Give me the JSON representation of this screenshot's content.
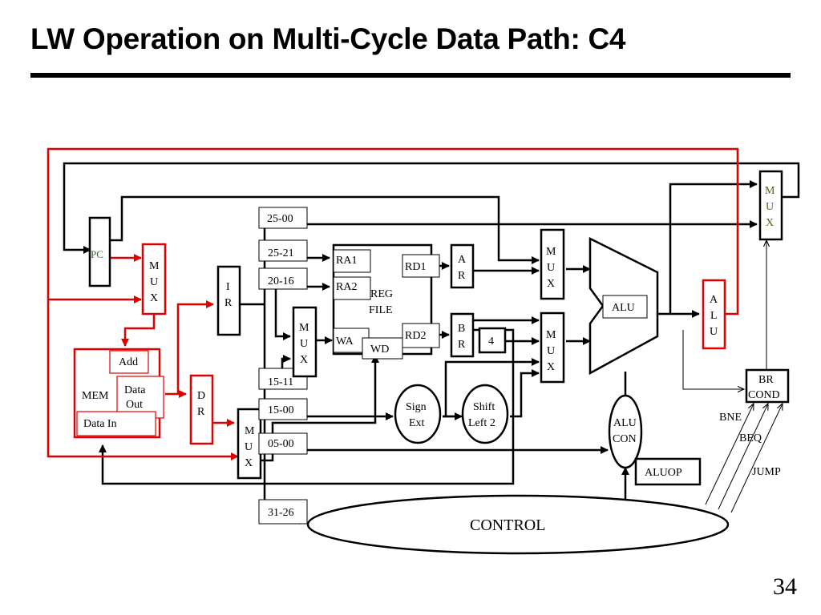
{
  "slide": {
    "title": "LW Operation on Multi-Cycle Data Path: C4",
    "page_number": "34"
  },
  "colors": {
    "active_path": "#e00000",
    "pc_label": "#2e6b2e",
    "mux_label": "#4a6b10"
  },
  "diagram": {
    "pc": "PC",
    "mux_pc": [
      "M",
      "U",
      "X"
    ],
    "mux_wa": [
      "M",
      "U",
      "X"
    ],
    "mux_wd": [
      "M",
      "U",
      "X"
    ],
    "mux_a": [
      "M",
      "U",
      "X"
    ],
    "mux_b": [
      "M",
      "U",
      "X"
    ],
    "mux_next": [
      "M",
      "U",
      "X"
    ],
    "ir": [
      "I",
      "R"
    ],
    "dr": [
      "D",
      "R"
    ],
    "mem": {
      "label": "MEM",
      "add": "Add",
      "data_out_1": "Data",
      "data_out_2": "Out",
      "data_in": "Data In"
    },
    "fields": {
      "f25_00": "25-00",
      "f25_21": "25-21",
      "f20_16": "20-16",
      "f15_11": "15-11",
      "f15_00": "15-00",
      "f05_00": "05-00",
      "f31_26": "31-26"
    },
    "regfile": {
      "ra1": "RA1",
      "ra2": "RA2",
      "rd1": "RD1",
      "rd2": "RD2",
      "wa": "WA",
      "wd": "WD",
      "label1": "REG",
      "label2": "FILE"
    },
    "ar": [
      "A",
      "R"
    ],
    "br": [
      "B",
      "R"
    ],
    "const4": "4",
    "sign_ext": [
      "Sign",
      "Ext"
    ],
    "shift_left": [
      "Shift",
      "Left 2"
    ],
    "alu": "ALU",
    "alu_reg": [
      "A",
      "L",
      "U"
    ],
    "alu_con": [
      "ALU",
      "CON"
    ],
    "aluop": "ALUOP",
    "br_cond": [
      "BR",
      "COND"
    ],
    "control": "CONTROL",
    "signals": {
      "bne": "BNE",
      "beq": "BEQ",
      "jump": "JUMP"
    }
  }
}
